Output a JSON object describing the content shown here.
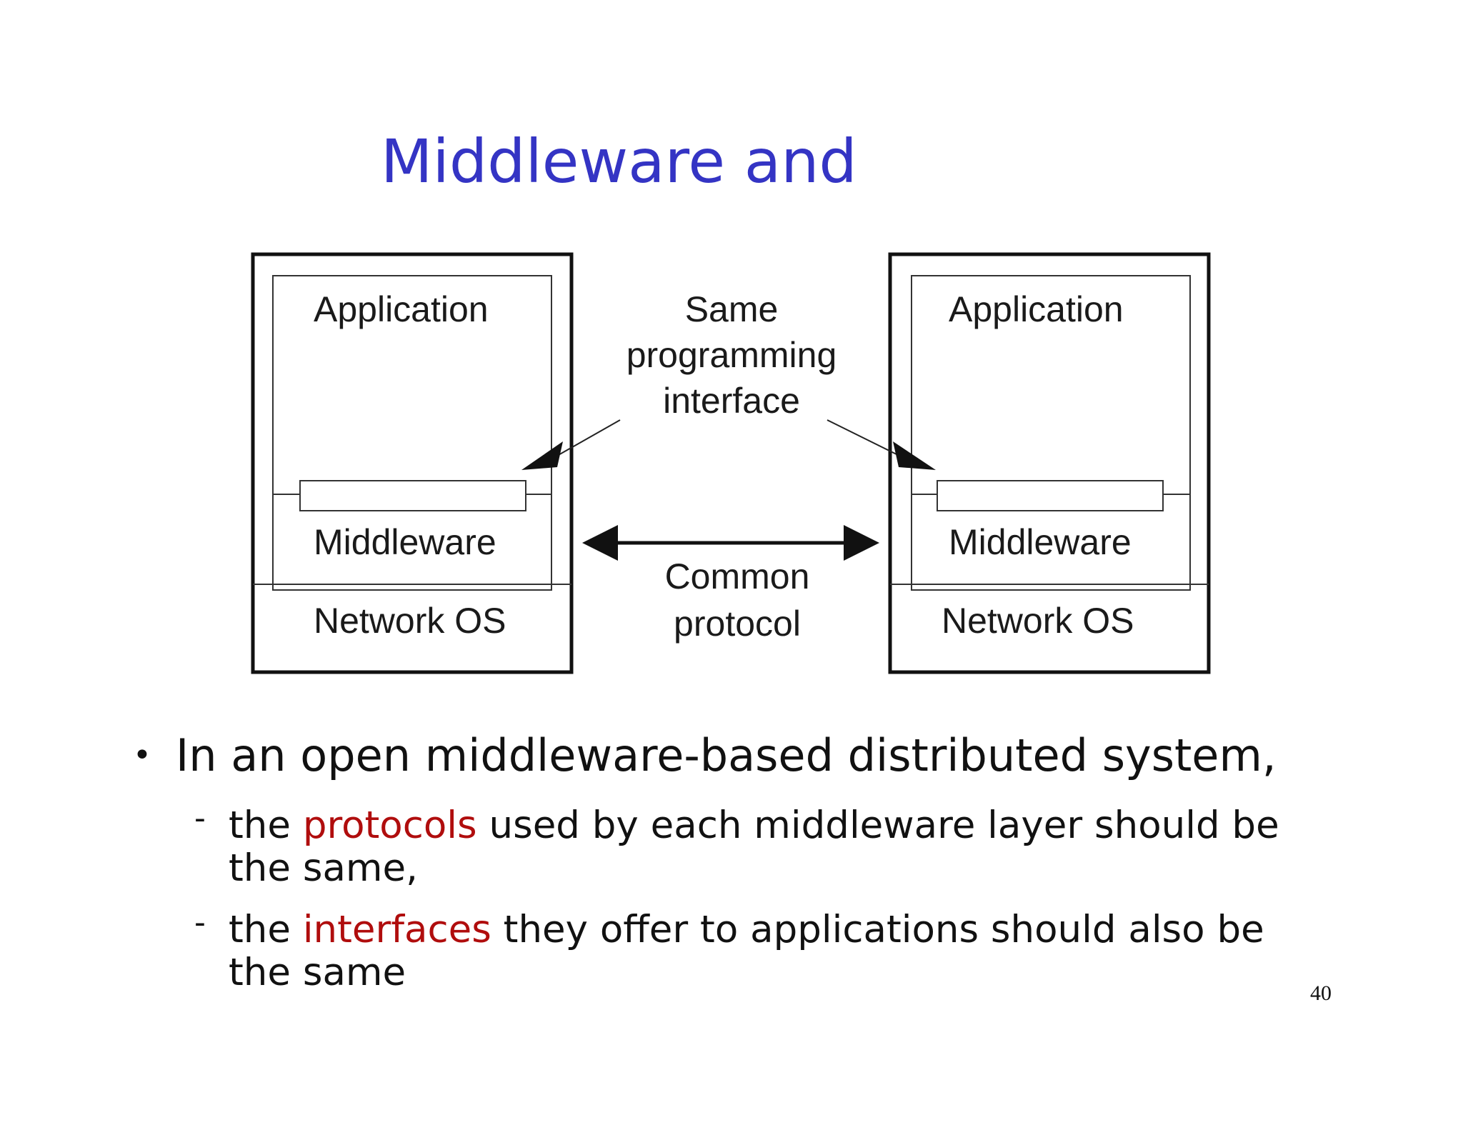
{
  "slide": {
    "title": "Middleware and"
  },
  "diagram": {
    "left_host": {
      "application_label": "Application",
      "middleware_label": "Middleware",
      "network_label": "Network OS"
    },
    "right_host": {
      "application_label": "Application",
      "middleware_label": "Middleware",
      "network_label": "Network OS"
    },
    "interface_label": [
      "Same",
      "programming",
      "interface"
    ],
    "protocol_label": [
      "Common",
      "protocol"
    ]
  },
  "bullets": {
    "main": "In an open middleware-based distributed system,",
    "sub1": {
      "prefix": "the ",
      "highlight": "protocols",
      "suffix": " used by each middleware layer should be the  same,"
    },
    "sub2": {
      "prefix": "the ",
      "highlight": "interfaces",
      "suffix": " they offer to applications should also be the  same"
    }
  },
  "page_number": "40",
  "colors": {
    "title": "#3434c4",
    "highlight": "#b00d0d"
  }
}
